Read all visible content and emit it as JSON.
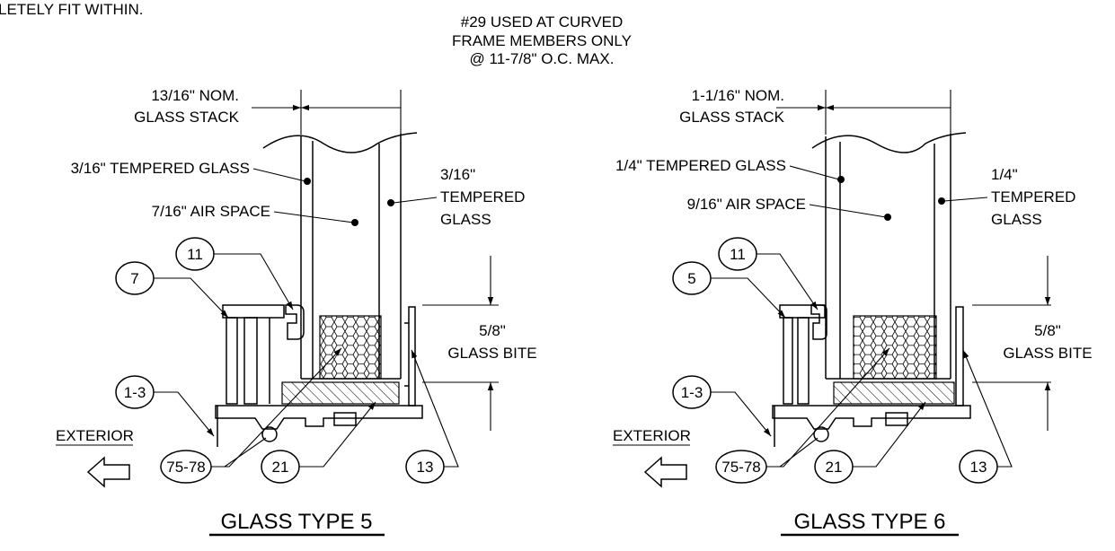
{
  "top_left_fragment": "LETELY FIT WITHIN.",
  "note": {
    "line1": "#29 USED AT CURVED",
    "line2": "FRAME MEMBERS ONLY",
    "line3": "@ 11-7/8\" O.C. MAX."
  },
  "details": [
    {
      "title": "GLASS TYPE 5",
      "stack_line1": "13/16\" NOM.",
      "stack_line2": "GLASS STACK",
      "outer_glass": "3/16\" TEMPERED GLASS",
      "air_space": "7/16\" AIR SPACE",
      "inner_glass_line1": "3/16\"",
      "inner_glass_line2": "TEMPERED",
      "inner_glass_line3": "GLASS",
      "bite_line1": "5/8\"",
      "bite_line2": "GLASS BITE",
      "exterior": "EXTERIOR",
      "callout_top": "11",
      "callout_frame": "7",
      "callout_base": "1-3",
      "callout_setting": "75-78",
      "callout_block": "21",
      "callout_gasket": "13"
    },
    {
      "title": "GLASS TYPE 6",
      "stack_line1": "1-1/16\" NOM.",
      "stack_line2": "GLASS STACK",
      "outer_glass": "1/4\" TEMPERED GLASS",
      "air_space": "9/16\" AIR SPACE",
      "inner_glass_line1": "1/4\"",
      "inner_glass_line2": "TEMPERED",
      "inner_glass_line3": "GLASS",
      "bite_line1": "5/8\"",
      "bite_line2": "GLASS BITE",
      "exterior": "EXTERIOR",
      "callout_top": "11",
      "callout_frame": "5",
      "callout_base": "1-3",
      "callout_setting": "75-78",
      "callout_block": "21",
      "callout_gasket": "13"
    }
  ]
}
